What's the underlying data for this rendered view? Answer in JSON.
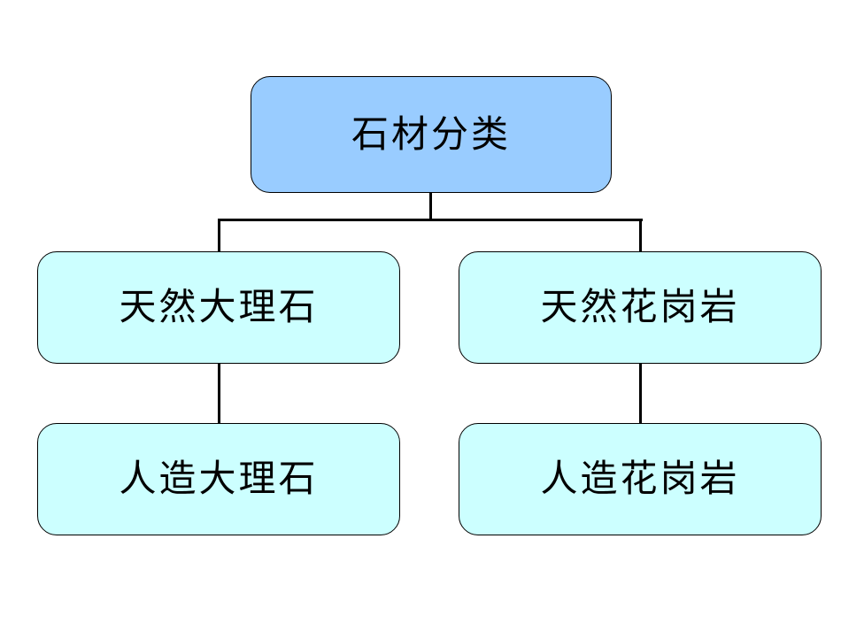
{
  "diagram": {
    "type": "hierarchy",
    "root": {
      "label": "石材分类"
    },
    "level1": [
      {
        "id": "natural-marble",
        "label": "天然大理石"
      },
      {
        "id": "natural-granite",
        "label": "天然花岗岩"
      }
    ],
    "level2": [
      {
        "id": "artificial-marble",
        "label": "人造大理石",
        "parent": "natural-marble"
      },
      {
        "id": "artificial-granite",
        "label": "人造花岗岩",
        "parent": "natural-granite"
      }
    ],
    "colors": {
      "root_fill": "#99CCFF",
      "child_fill": "#CCFFFF",
      "border": "#000000",
      "connector": "#000000",
      "text": "#000000",
      "background": "#FFFFFF"
    }
  }
}
